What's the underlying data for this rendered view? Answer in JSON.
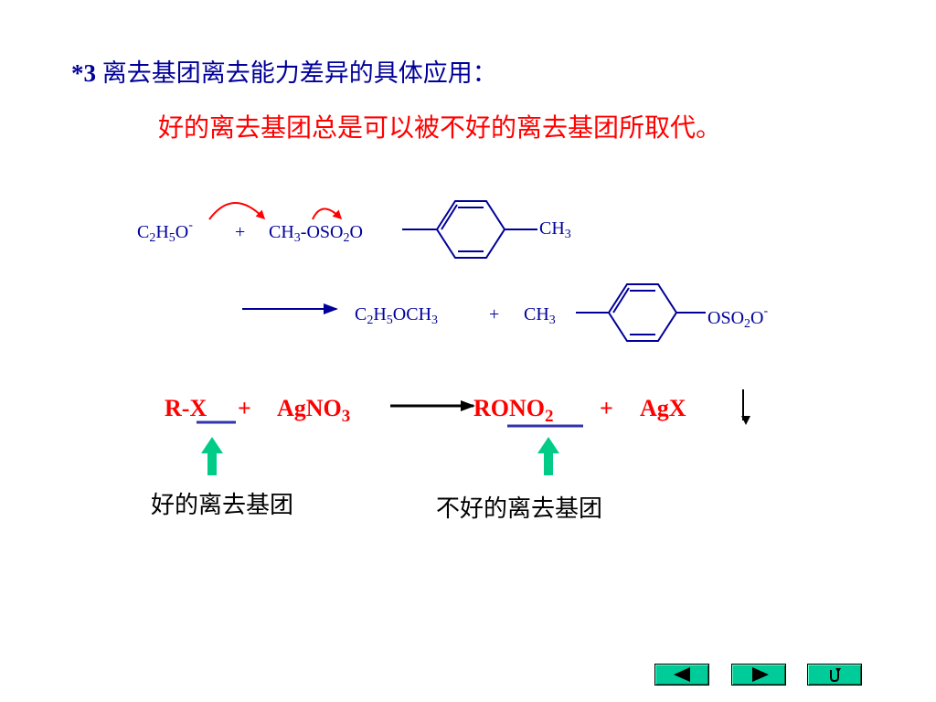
{
  "heading": {
    "number": "*3",
    "text": "离去基团离去能力差异的具体应用："
  },
  "subtitle": "好的离去基团总是可以被不好的离去基团所取代。",
  "reaction1": {
    "reactant1_parts": [
      "C",
      "2",
      "H",
      "5",
      "O",
      "-"
    ],
    "plus": "+",
    "reactant2_parts": [
      "CH",
      "3",
      "-OSO",
      "2",
      "O"
    ],
    "ring_substituent_parts": [
      "CH",
      "3"
    ],
    "product1_parts": [
      "C",
      "2",
      "H",
      "5",
      "OCH",
      "3"
    ],
    "product2_prefix_parts": [
      "CH",
      "3"
    ],
    "product2_suffix_parts": [
      "OSO",
      "2",
      "O",
      "-"
    ]
  },
  "reaction2": {
    "left": [
      "R-",
      "X",
      "+",
      "AgNO",
      "3"
    ],
    "right": [
      "RONO",
      "2",
      "+",
      "AgX"
    ]
  },
  "labels": {
    "good": "好的离去基团",
    "bad": "不好的离去基团"
  },
  "colors": {
    "heading": "#000099",
    "subtitle": "#ff0000",
    "reaction2": "#ff0000",
    "uparrow": "#00cc88",
    "underline": "#3333aa",
    "nav": "#00cc99"
  },
  "nav": {
    "prev_icon": "triangle-left-icon",
    "next_icon": "triangle-right-icon",
    "return_icon": "return-icon"
  }
}
